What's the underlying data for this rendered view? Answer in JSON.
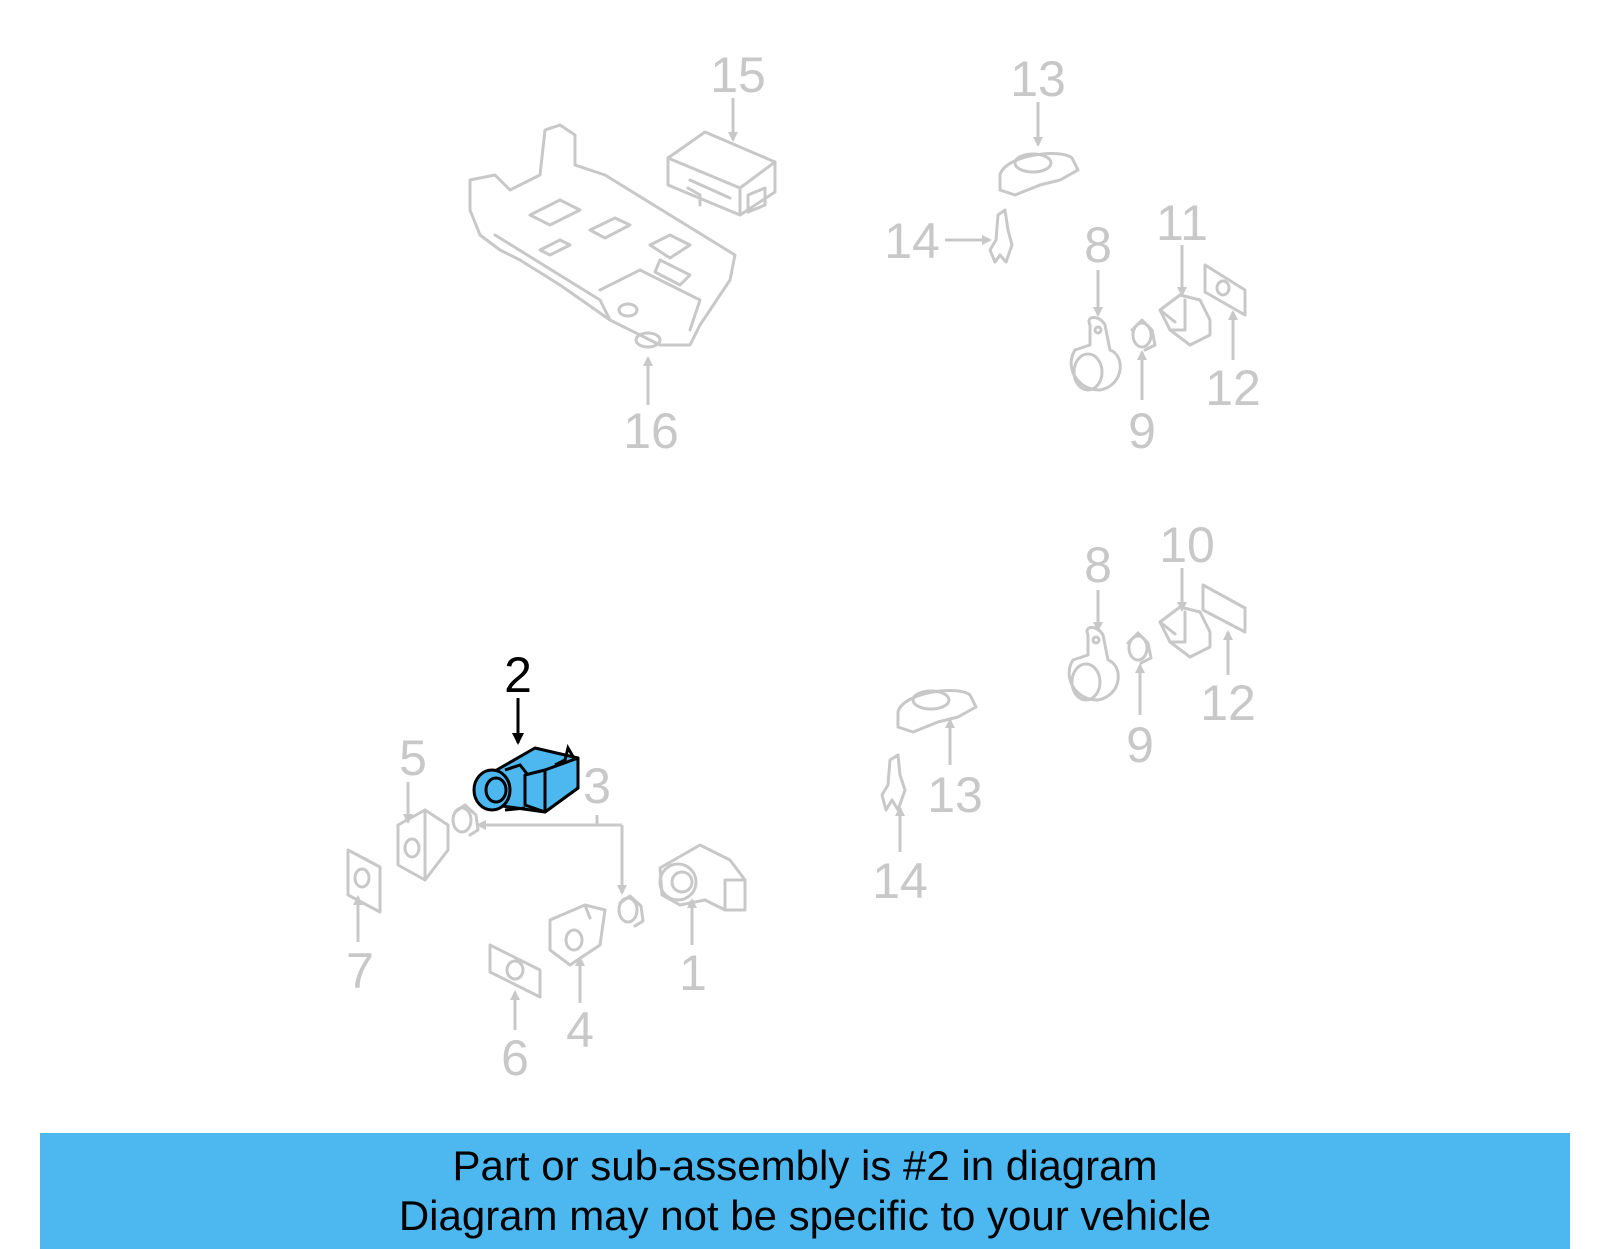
{
  "highlight_color": "#4db8f0",
  "callouts": {
    "c1": "1",
    "c2": "2",
    "c3": "3",
    "c4": "4",
    "c5": "5",
    "c6": "6",
    "c7": "7",
    "c8a": "8",
    "c8b": "8",
    "c9a": "9",
    "c9b": "9",
    "c10": "10",
    "c11": "11",
    "c12a": "12",
    "c12b": "12",
    "c13a": "13",
    "c13b": "13",
    "c14a": "14",
    "c14b": "14",
    "c15": "15",
    "c16": "16"
  },
  "banner": {
    "line1": "Part or sub-assembly is #2 in diagram",
    "line2": "Diagram may not be specific to your vehicle"
  }
}
